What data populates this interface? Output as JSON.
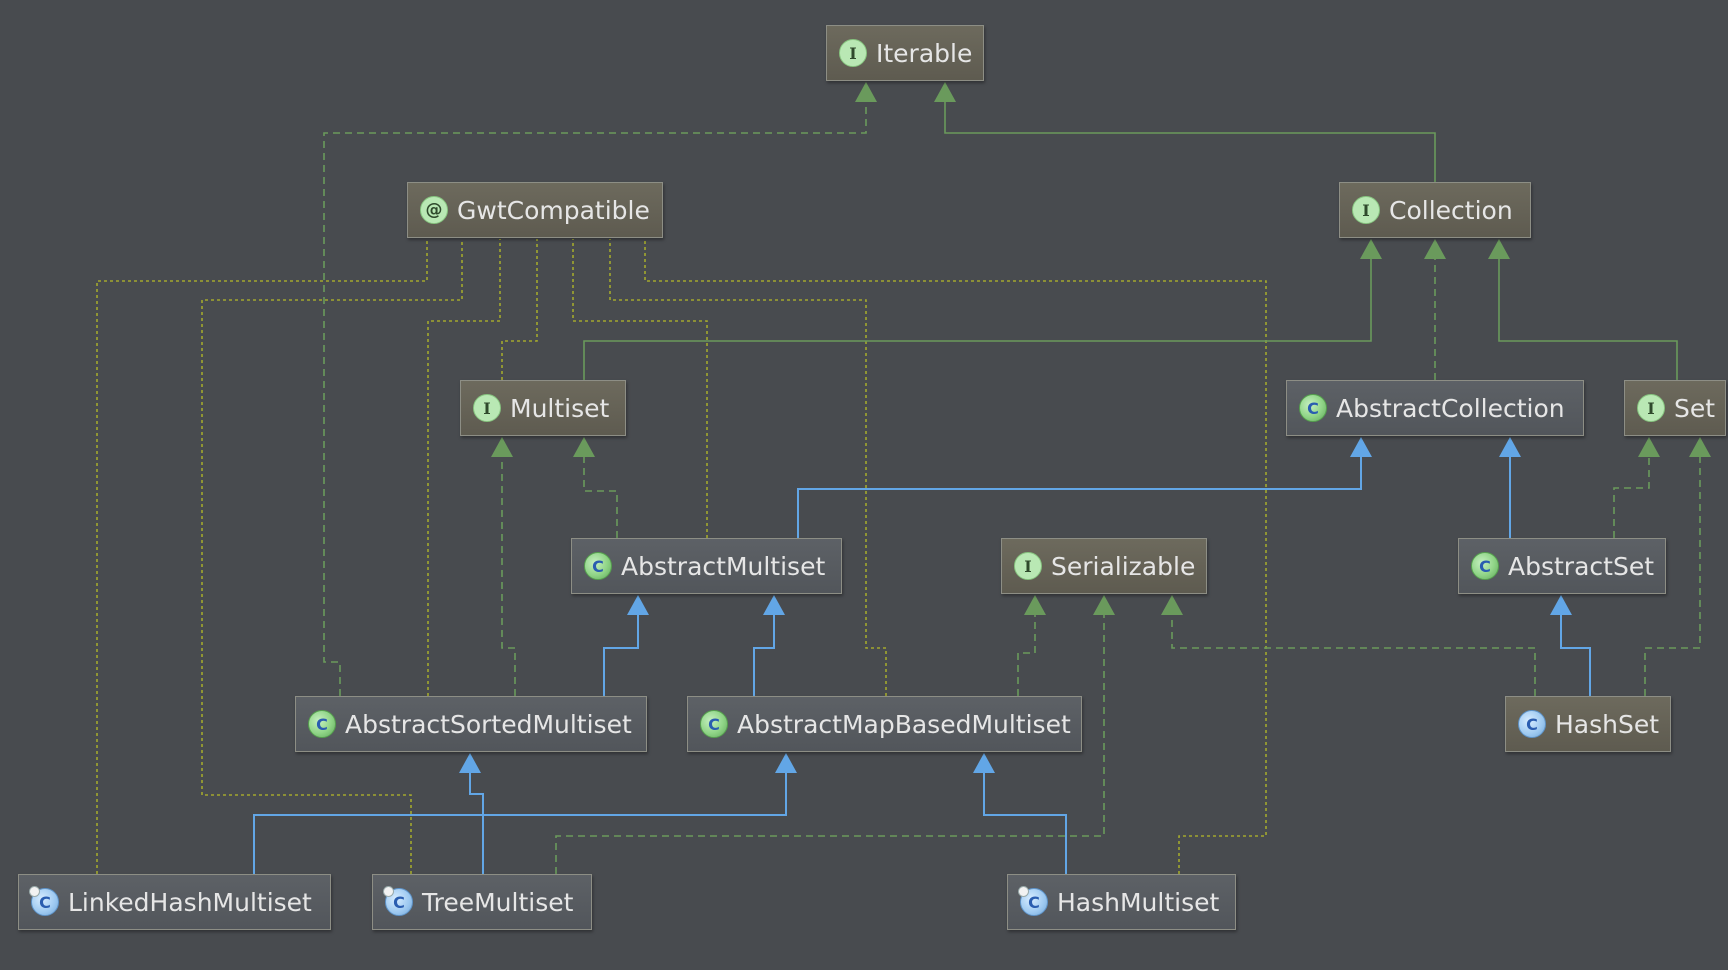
{
  "diagram": {
    "nodes": [
      {
        "id": "iterable",
        "label": "Iterable",
        "badge": "I",
        "kind": "interface"
      },
      {
        "id": "gwt",
        "label": "GwtCompatible",
        "badge": "@",
        "kind": "annotation"
      },
      {
        "id": "collection",
        "label": "Collection",
        "badge": "I",
        "kind": "interface"
      },
      {
        "id": "multiset",
        "label": "Multiset",
        "badge": "I",
        "kind": "interface"
      },
      {
        "id": "abscoll",
        "label": "AbstractCollection",
        "badge": "C",
        "kind": "abstract-class"
      },
      {
        "id": "set",
        "label": "Set",
        "badge": "I",
        "kind": "interface"
      },
      {
        "id": "absmulti",
        "label": "AbstractMultiset",
        "badge": "C",
        "kind": "abstract-class"
      },
      {
        "id": "serial",
        "label": "Serializable",
        "badge": "I",
        "kind": "interface"
      },
      {
        "id": "absset",
        "label": "AbstractSet",
        "badge": "C",
        "kind": "abstract-class"
      },
      {
        "id": "abssorted",
        "label": "AbstractSortedMultiset",
        "badge": "C",
        "kind": "abstract-class"
      },
      {
        "id": "absmap",
        "label": "AbstractMapBasedMultiset",
        "badge": "C",
        "kind": "abstract-class"
      },
      {
        "id": "hashset",
        "label": "HashSet",
        "badge": "C",
        "kind": "class"
      },
      {
        "id": "linked",
        "label": "LinkedHashMultiset",
        "badge": "C",
        "kind": "final-class"
      },
      {
        "id": "tree",
        "label": "TreeMultiset",
        "badge": "C",
        "kind": "final-class"
      },
      {
        "id": "hashmulti",
        "label": "HashMultiset",
        "badge": "C",
        "kind": "final-class"
      }
    ],
    "edges": [
      {
        "from": "collection",
        "to": "iterable",
        "type": "extends"
      },
      {
        "from": "abssorted",
        "to": "iterable",
        "type": "implements"
      },
      {
        "from": "multiset",
        "to": "collection",
        "type": "extends"
      },
      {
        "from": "abscoll",
        "to": "collection",
        "type": "implements"
      },
      {
        "from": "set",
        "to": "collection",
        "type": "extends"
      },
      {
        "from": "absmulti",
        "to": "multiset",
        "type": "implements"
      },
      {
        "from": "abssorted",
        "to": "multiset",
        "type": "implements"
      },
      {
        "from": "absmulti",
        "to": "abscoll",
        "type": "inherits"
      },
      {
        "from": "absset",
        "to": "abscoll",
        "type": "inherits"
      },
      {
        "from": "absset",
        "to": "set",
        "type": "implements"
      },
      {
        "from": "hashset",
        "to": "set",
        "type": "implements"
      },
      {
        "from": "hashset",
        "to": "absset",
        "type": "inherits"
      },
      {
        "from": "abssorted",
        "to": "absmulti",
        "type": "inherits"
      },
      {
        "from": "absmap",
        "to": "absmulti",
        "type": "inherits"
      },
      {
        "from": "absmap",
        "to": "serial",
        "type": "implements"
      },
      {
        "from": "tree",
        "to": "serial",
        "type": "implements"
      },
      {
        "from": "hashset",
        "to": "serial",
        "type": "implements"
      },
      {
        "from": "tree",
        "to": "abssorted",
        "type": "inherits"
      },
      {
        "from": "linked",
        "to": "absmap",
        "type": "inherits"
      },
      {
        "from": "hashmulti",
        "to": "absmap",
        "type": "inherits"
      },
      {
        "from": "linked",
        "to": "gwt",
        "type": "annotated"
      },
      {
        "from": "tree",
        "to": "gwt",
        "type": "annotated"
      },
      {
        "from": "abssorted",
        "to": "gwt",
        "type": "annotated"
      },
      {
        "from": "multiset",
        "to": "gwt",
        "type": "annotated"
      },
      {
        "from": "absmulti",
        "to": "gwt",
        "type": "annotated"
      },
      {
        "from": "absmap",
        "to": "gwt",
        "type": "annotated"
      },
      {
        "from": "hashmulti",
        "to": "gwt",
        "type": "annotated"
      }
    ]
  },
  "colors": {
    "background": "#484b4f",
    "extends_line": "#6a9a5c",
    "implements_line": "#6a9a5c",
    "inherits_line": "#62a6e6",
    "annotation_line": "#a2a82e"
  }
}
